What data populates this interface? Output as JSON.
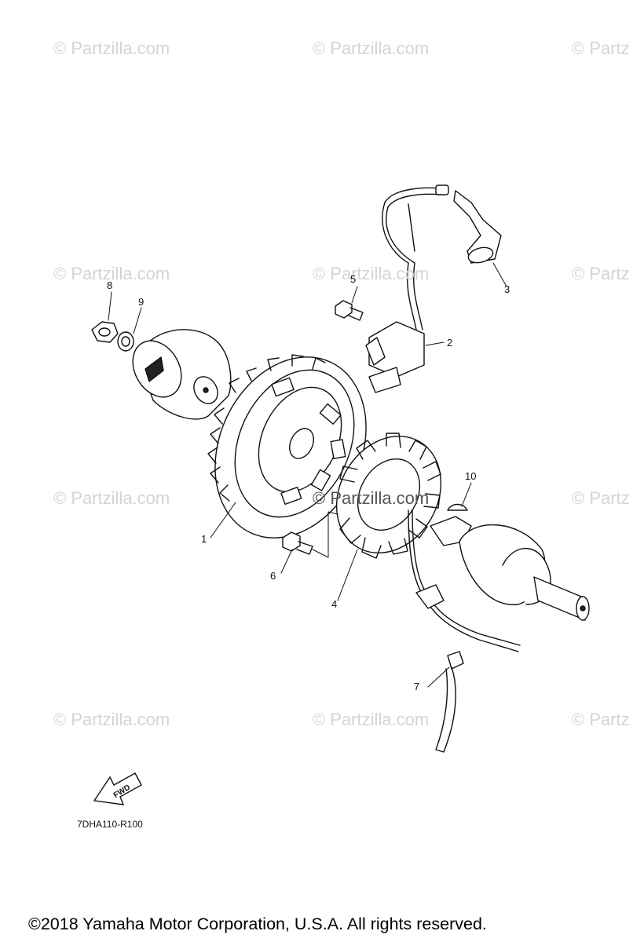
{
  "watermark": "© Partzilla.com",
  "watermark_edge": "© Partz",
  "watermark_center": "© Partzilla.com",
  "callouts": [
    "1",
    "2",
    "3",
    "4",
    "5",
    "6",
    "7",
    "8",
    "9",
    "10"
  ],
  "fwd_label": "FWD",
  "diagram_code": "7DHA110-R100",
  "copyright": "©2018  Yamaha Motor Corporation, U.S.A. All rights reserved."
}
